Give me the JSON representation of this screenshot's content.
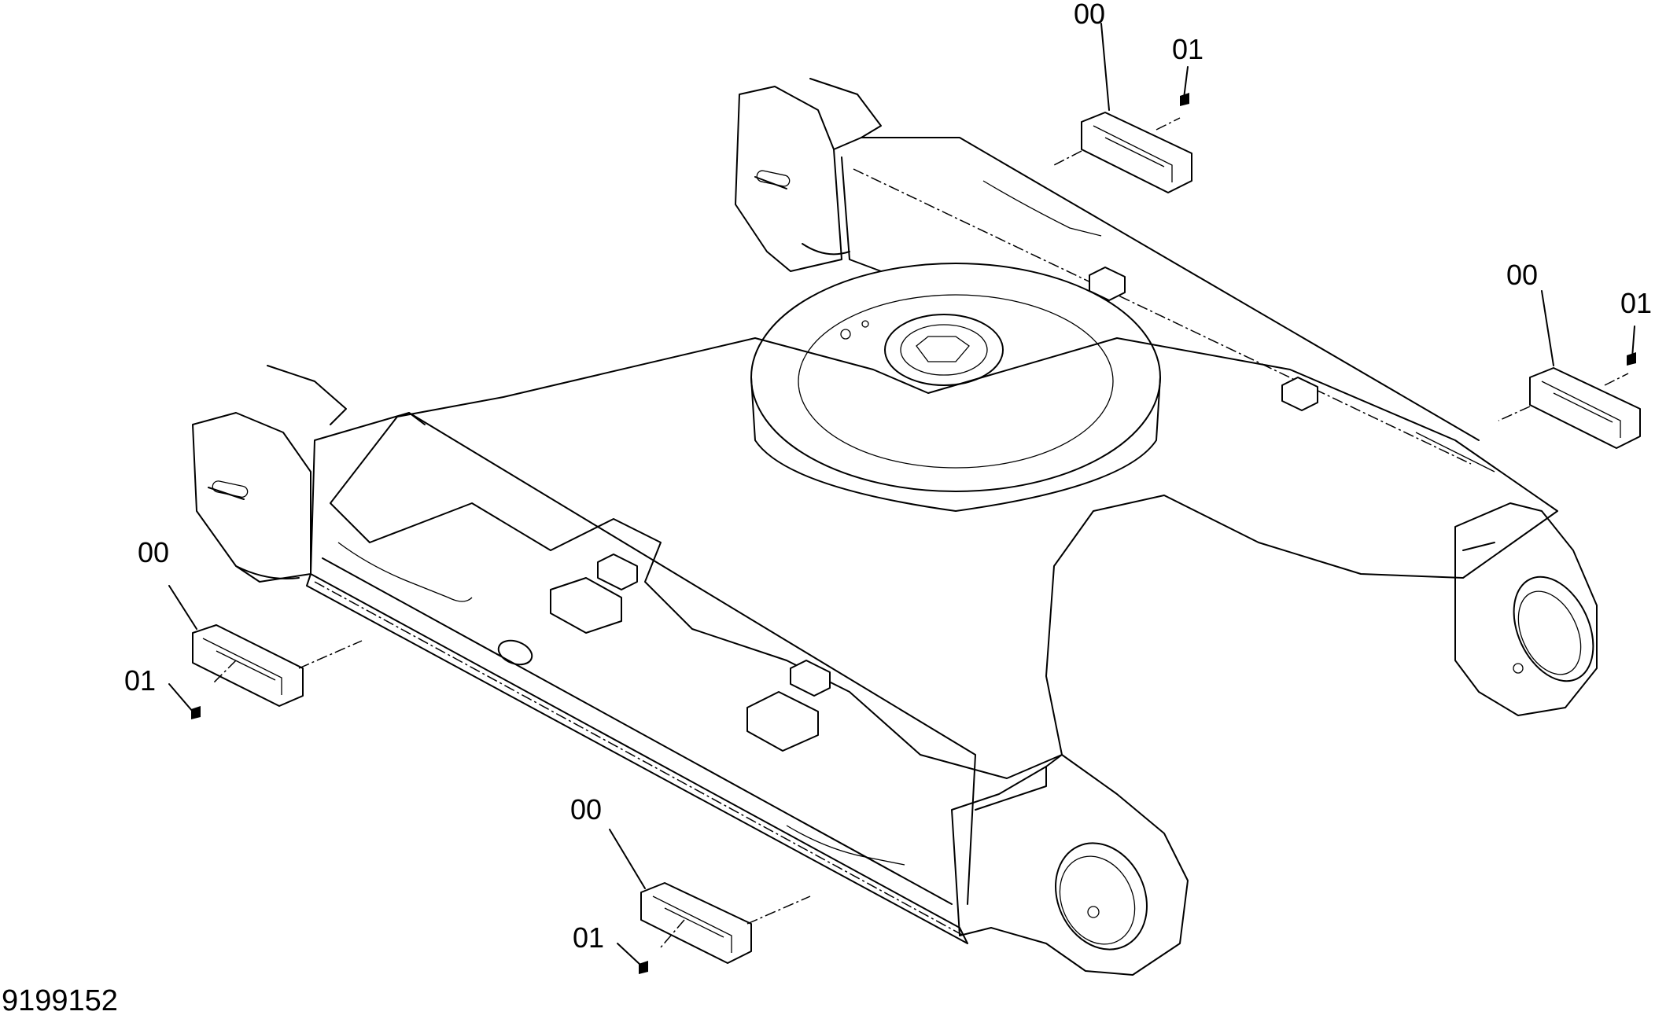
{
  "drawing": {
    "number": "9199152"
  },
  "callouts": [
    {
      "id": "step-top",
      "part": "00",
      "bolt": "01"
    },
    {
      "id": "step-right",
      "part": "00",
      "bolt": "01"
    },
    {
      "id": "step-left",
      "part": "00",
      "bolt": "01"
    },
    {
      "id": "step-bottom",
      "part": "00",
      "bolt": "01"
    }
  ]
}
